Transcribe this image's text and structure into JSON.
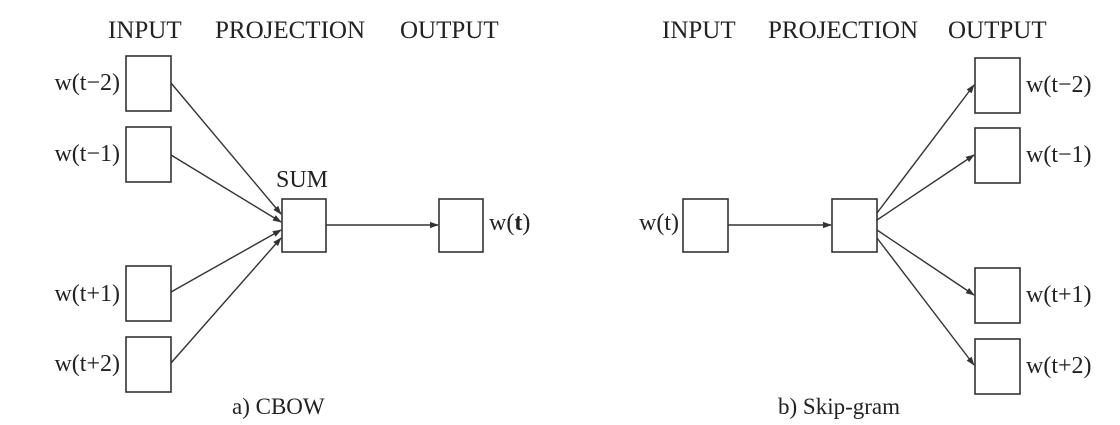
{
  "cbow": {
    "headers": {
      "input": "INPUT",
      "projection": "PROJECTION",
      "output": "OUTPUT"
    },
    "inputs": [
      "w(t−2)",
      "w(t−1)",
      "w(t+1)",
      "w(t+2)"
    ],
    "projection_label": "SUM",
    "output": {
      "prefix": "w(",
      "bold": "t",
      "suffix": ")"
    },
    "caption": "a) CBOW"
  },
  "skipgram": {
    "headers": {
      "input": "INPUT",
      "projection": "PROJECTION",
      "output": "OUTPUT"
    },
    "input": "w(t)",
    "outputs": [
      "w(t−2)",
      "w(t−1)",
      "w(t+1)",
      "w(t+2)"
    ],
    "caption": "b) Skip-gram"
  },
  "colors": {
    "stroke": "#333333",
    "text": "#222222",
    "background": "#ffffff"
  }
}
